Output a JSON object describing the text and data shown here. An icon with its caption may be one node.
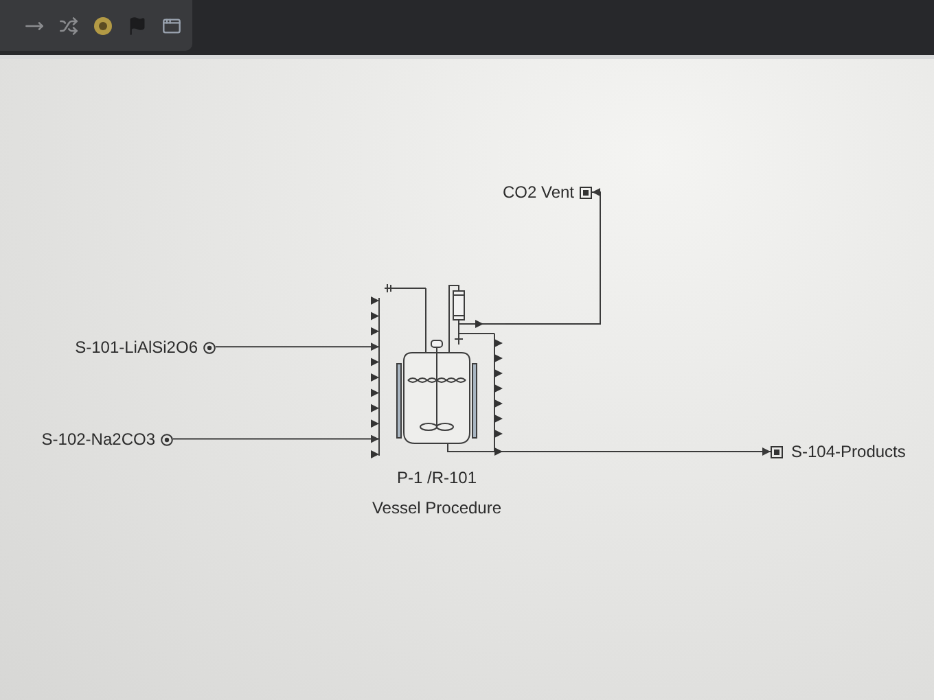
{
  "diagram": {
    "nodes": [
      {
        "text": [
          "S-101-LiAlSi2O6"
        ]
      },
      {
        "text": [
          "S-102-Na2CO3"
        ]
      },
      {
        "text": [
          "P-1 /R-101",
          "Vessel Procedure"
        ]
      },
      {
        "text": [
          "CO2 Vent"
        ]
      },
      {
        "text": [
          "S-104-Products"
        ]
      }
    ],
    "edges": [
      {
        "from": 0,
        "to": 2,
        "arrow": "to"
      },
      {
        "from": 1,
        "to": 2,
        "arrow": "to"
      },
      {
        "from": 2,
        "to": 3,
        "arrow": "to"
      },
      {
        "from": 2,
        "to": 4,
        "arrow": "to"
      }
    ]
  }
}
